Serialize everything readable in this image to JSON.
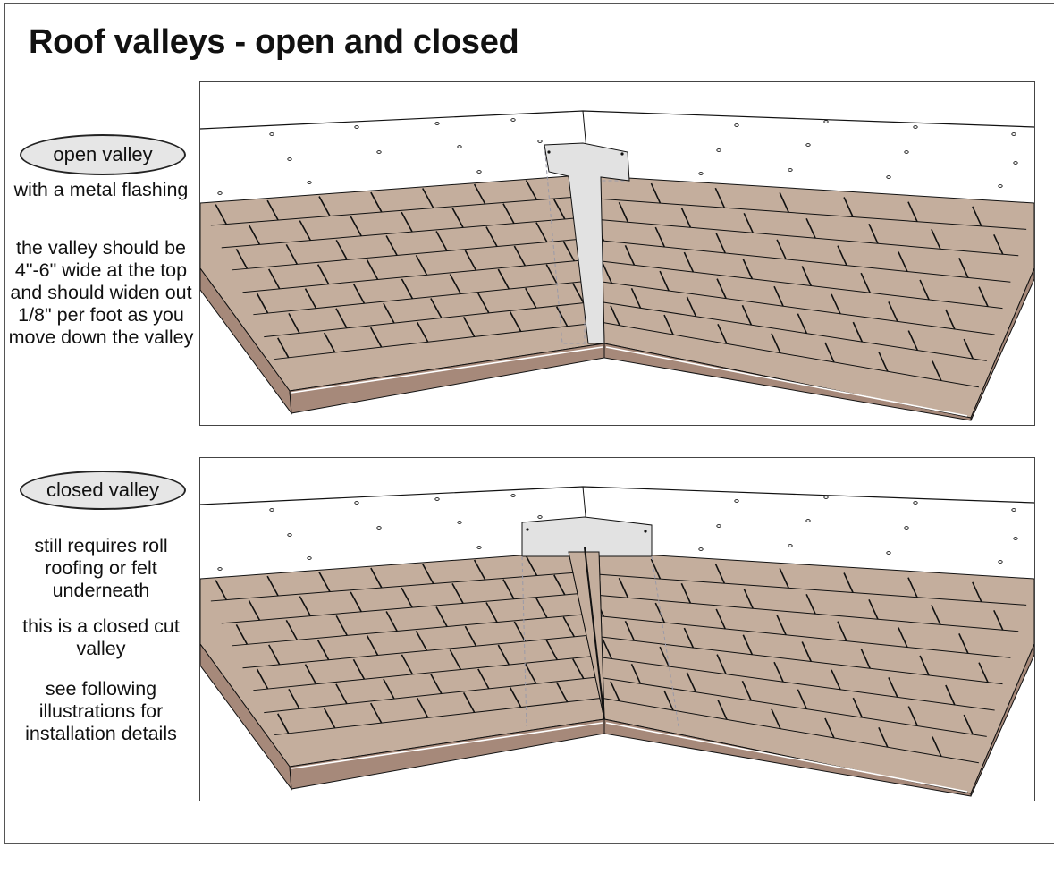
{
  "title": "Roof valleys - open and closed",
  "open_valley": {
    "label": "open valley",
    "notes": [
      "with a metal flashing",
      "the valley should be 4\"-6\" wide at the top and should widen out 1/8\" per foot as you move down the valley"
    ]
  },
  "closed_valley": {
    "label": "closed valley",
    "notes": [
      "still requires roll roofing or felt underneath",
      "this is a closed cut valley",
      "see following illustrations for installation details"
    ]
  },
  "colors": {
    "shingle": "#c4ae9d",
    "fascia": "#a6897a",
    "flashing": "#e2e2e2",
    "line": "#111111"
  }
}
